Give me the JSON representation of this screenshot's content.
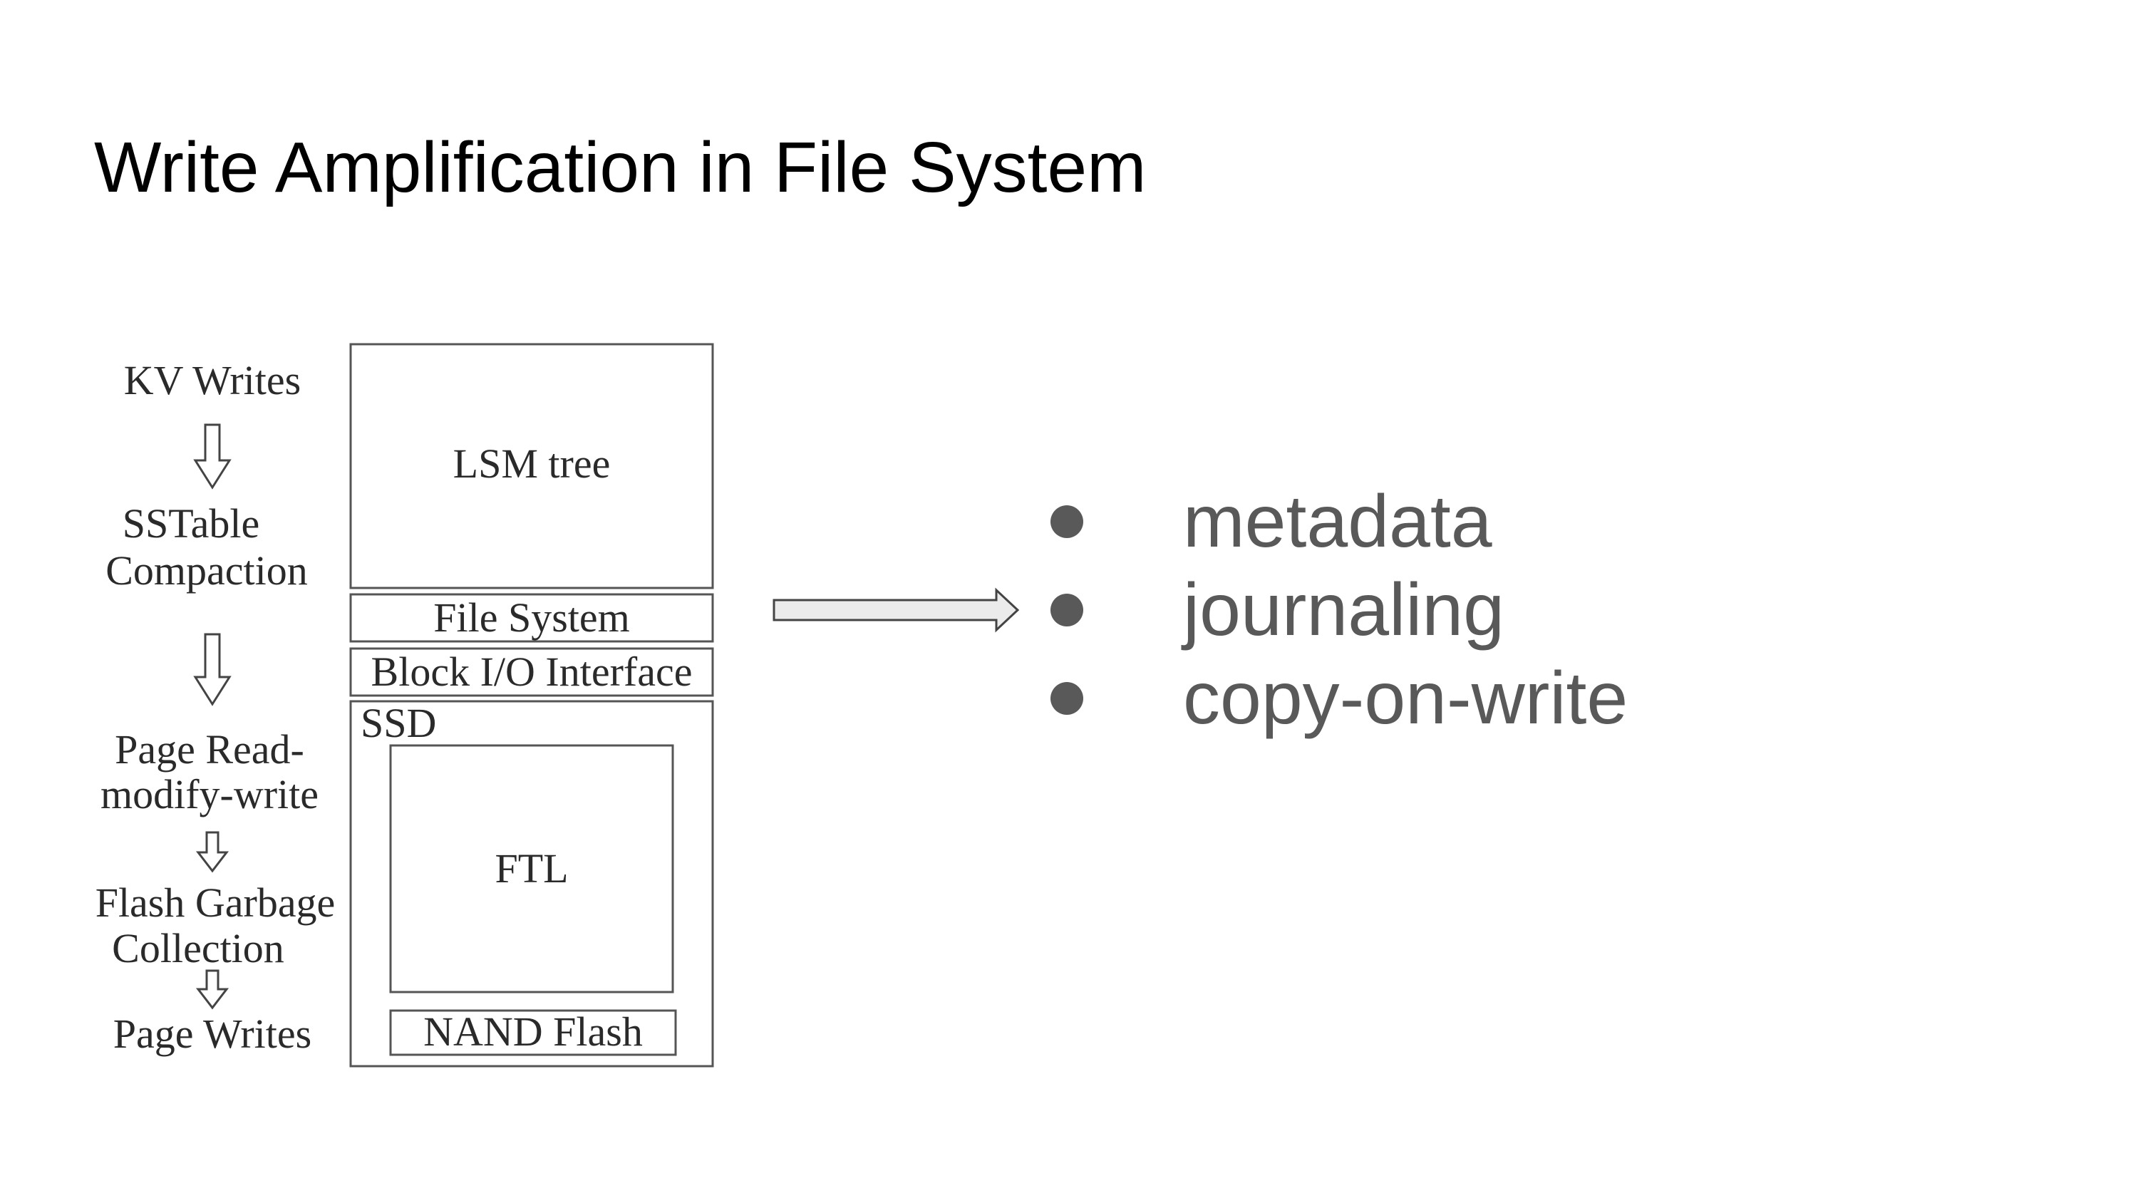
{
  "slide": {
    "title": "Write Amplification in File System"
  },
  "diagram": {
    "flow_steps": [
      [
        "KV Writes"
      ],
      [
        "SSTable",
        "Compaction"
      ],
      [
        "Page Read-",
        "modify-write"
      ],
      [
        "Flash Garbage",
        "Collection"
      ],
      [
        "Page Writes"
      ]
    ],
    "stack": {
      "lsm_tree": "LSM tree",
      "file_system": "File System",
      "block_io": "Block I/O Interface",
      "ssd": "SSD",
      "ftl": "FTL",
      "nand_flash": "NAND Flash"
    }
  },
  "bullets": [
    "metadata",
    "journaling",
    "copy-on-write"
  ]
}
